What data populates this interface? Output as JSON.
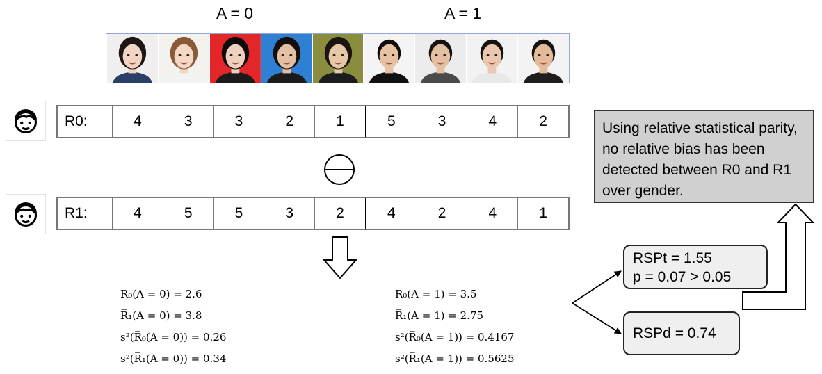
{
  "groups": {
    "a0_label": "A = 0",
    "a1_label": "A = 1"
  },
  "faces": [
    {
      "group": "A = 0",
      "bg": "#f1eef0",
      "skin": "#f2d4c2",
      "hair": "#1d1613",
      "shirt": "#2a3e66"
    },
    {
      "group": "A = 0",
      "bg": "#f4f2ef",
      "skin": "#f3d8c6",
      "hair": "#8a5a36",
      "shirt": "#f2f2f2"
    },
    {
      "group": "A = 0",
      "bg": "#e3262a",
      "skin": "#eed0bf",
      "hair": "#0f0b0a",
      "shirt": "#1a1a1a"
    },
    {
      "group": "A = 0",
      "bg": "#2f7fd3",
      "skin": "#e3bfa4",
      "hair": "#140f0d",
      "shirt": "#1b1b1b"
    },
    {
      "group": "A = 0",
      "bg": "#8a8c3e",
      "skin": "#e6c7a6",
      "hair": "#1a1512",
      "shirt": "#1c1c1c"
    },
    {
      "group": "A = 1",
      "bg": "#f4f4f4",
      "skin": "#e6c2a3",
      "hair": "#0e0b0a",
      "shirt": "#111111"
    },
    {
      "group": "A = 1",
      "bg": "#ececec",
      "skin": "#e4bfa1",
      "hair": "#161210",
      "shirt": "#4a4a4a"
    },
    {
      "group": "A = 1",
      "bg": "#f2f2f2",
      "skin": "#eac8b0",
      "hair": "#151210",
      "shirt": "#e9e9e9"
    },
    {
      "group": "A = 1",
      "bg": "#f3f3f3",
      "skin": "#e3bb9b",
      "hair": "#161210",
      "shirt": "#1e1e1e"
    }
  ],
  "raters": [
    {
      "label": "R0:",
      "scores": [
        "4",
        "3",
        "3",
        "2",
        "1",
        "5",
        "3",
        "4",
        "2"
      ]
    },
    {
      "label": "R1:",
      "scores": [
        "4",
        "5",
        "5",
        "3",
        "2",
        "4",
        "2",
        "4",
        "1"
      ]
    }
  ],
  "stats": {
    "a0": [
      {
        "lhs": "R̅₀(A = 0) = 2.6"
      },
      {
        "lhs": "R̅₁(A = 0) = 3.8"
      },
      {
        "lhs": "s²(R̅₀(A = 0)) = 0.26"
      },
      {
        "lhs": "s²(R̅₁(A = 0)) = 0.34"
      }
    ],
    "a1": [
      {
        "lhs": "R̅₀(A = 1) = 3.5"
      },
      {
        "lhs": "R̅₁(A = 1) = 2.75"
      },
      {
        "lhs": "s²(R̅₀(A = 1)) = 0.4167"
      },
      {
        "lhs": "s²(R̅₁(A = 1)) = 0.5625"
      }
    ]
  },
  "results": {
    "rspt_line1": "RSPt = 1.55",
    "rspt_line2": "p = 0.07 > 0.05",
    "rspd": "RSPd = 0.74"
  },
  "conclusion": "Using relative statistical parity, no relative bias has been detected between R0 and R1 over gender."
}
